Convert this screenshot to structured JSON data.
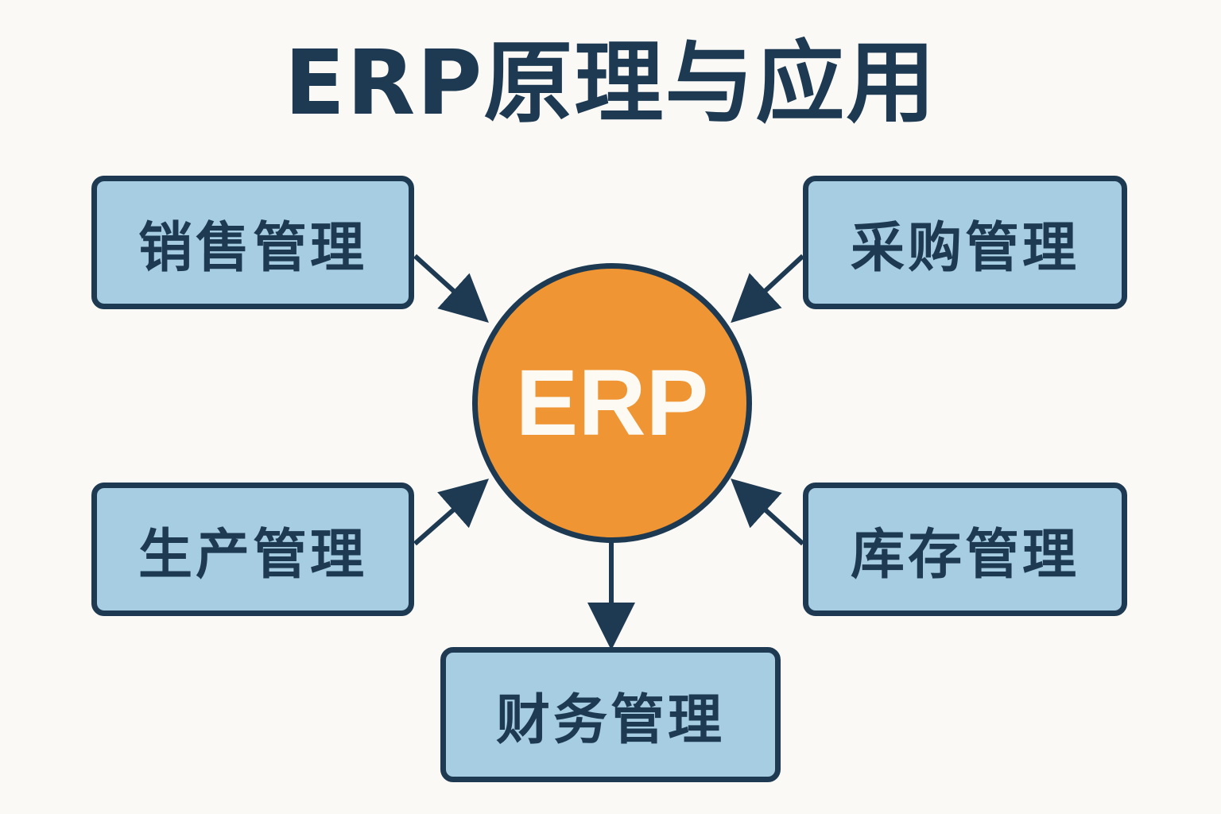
{
  "title": "ERP原理与应用",
  "hub": {
    "label": "ERP",
    "fill": "#ef9534"
  },
  "colors": {
    "ink": "#1e3a52",
    "box_fill": "#a6cde2",
    "background": "#faf9f5"
  },
  "modules": [
    {
      "label": "销售管理",
      "direction": "to-hub"
    },
    {
      "label": "采购管理",
      "direction": "to-hub"
    },
    {
      "label": "生产管理",
      "direction": "to-hub"
    },
    {
      "label": "库存管理",
      "direction": "to-hub"
    },
    {
      "label": "财务管理",
      "direction": "from-hub"
    }
  ]
}
